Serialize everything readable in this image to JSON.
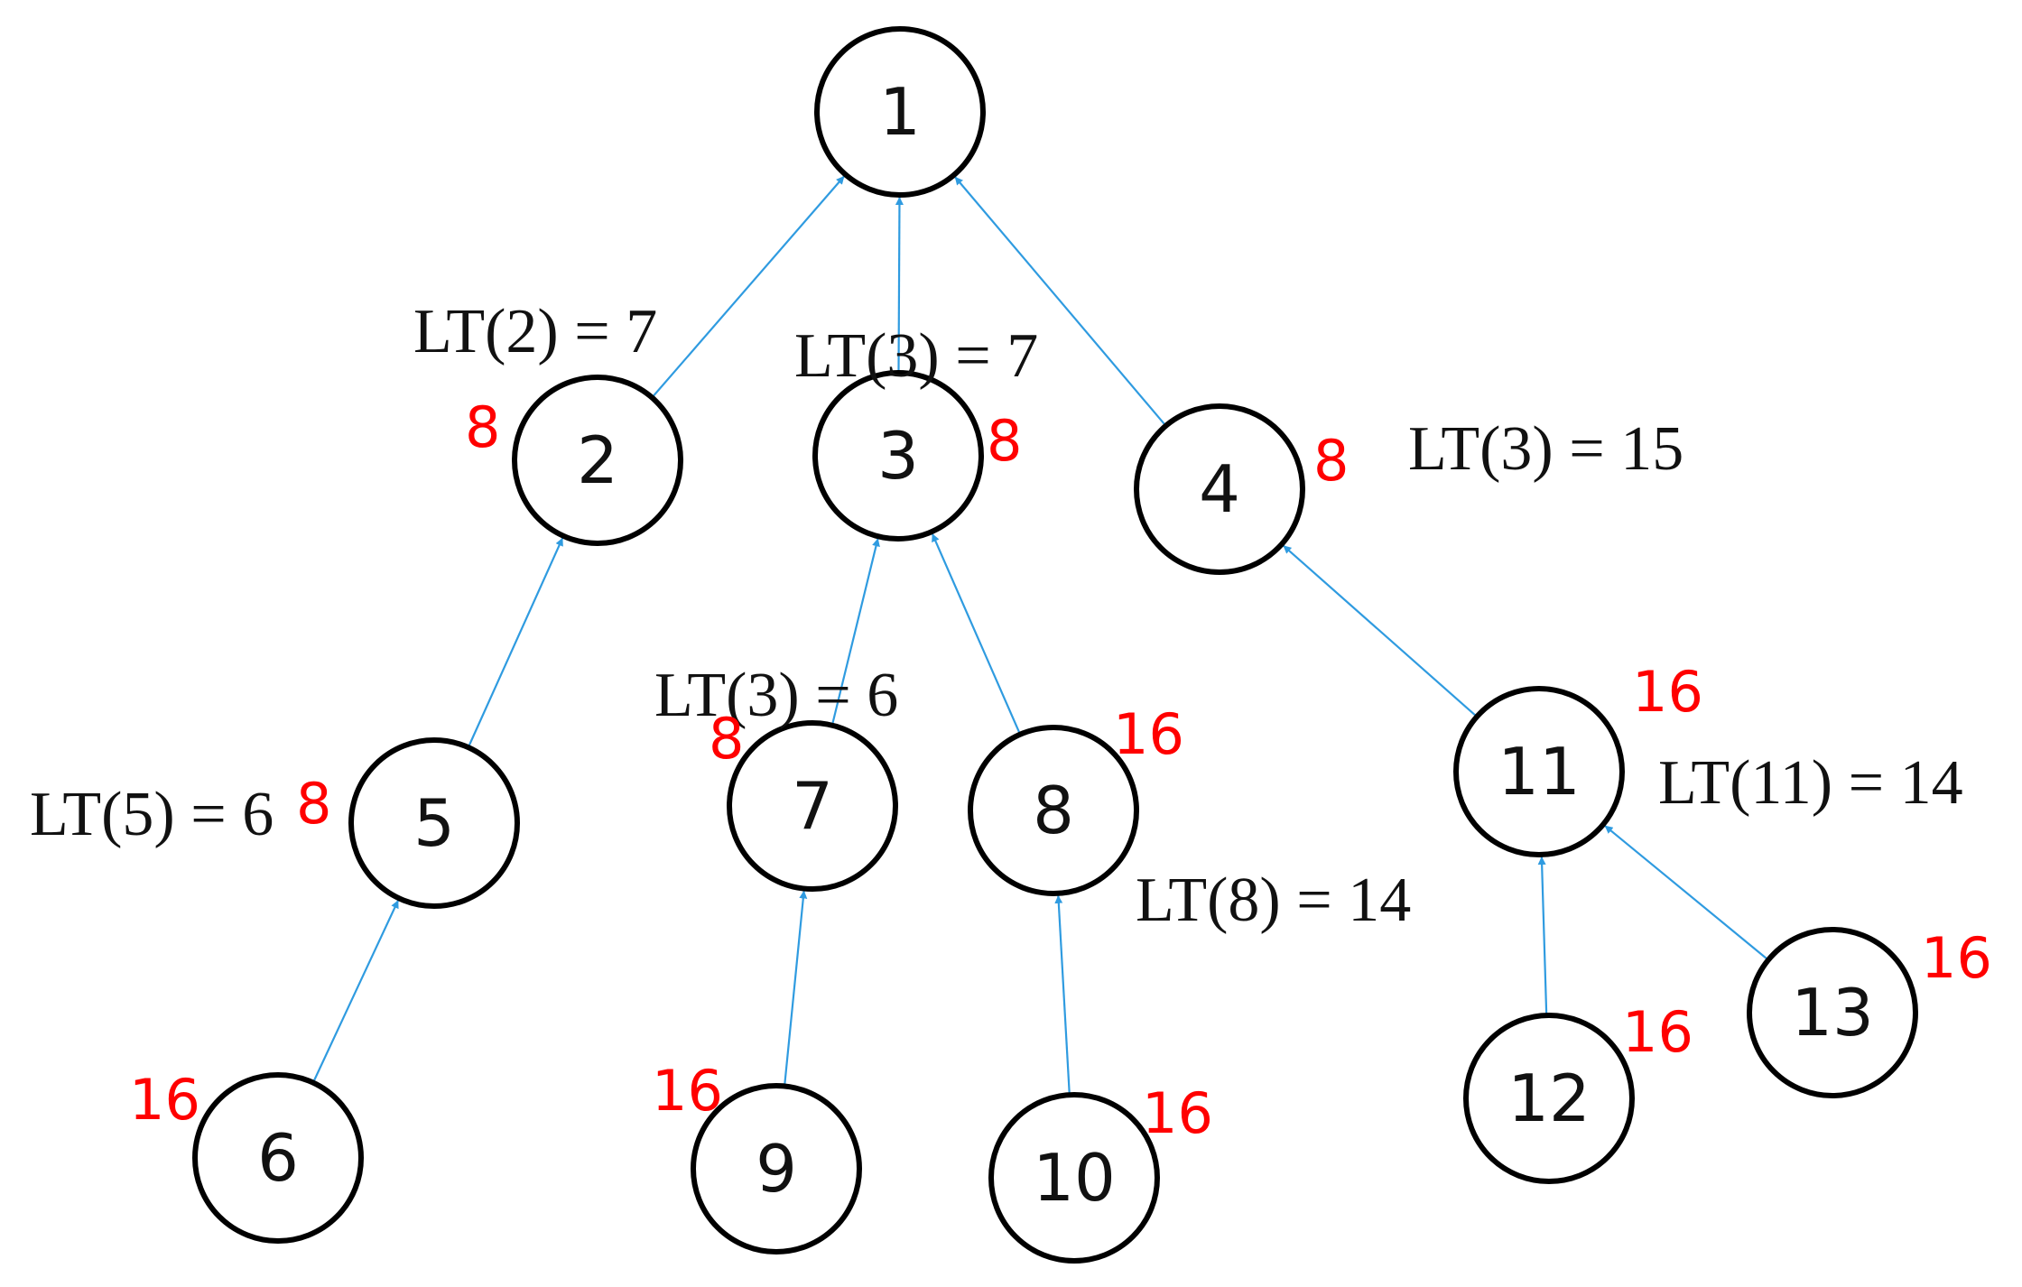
{
  "colors": {
    "edge": "#2f9be0",
    "node_stroke": "#000000",
    "weight_text": "#ff0000",
    "text": "#111111"
  },
  "nodes": [
    {
      "id": "1",
      "label": "1"
    },
    {
      "id": "2",
      "label": "2"
    },
    {
      "id": "3",
      "label": "3"
    },
    {
      "id": "4",
      "label": "4"
    },
    {
      "id": "5",
      "label": "5"
    },
    {
      "id": "6",
      "label": "6"
    },
    {
      "id": "7",
      "label": "7"
    },
    {
      "id": "8",
      "label": "8"
    },
    {
      "id": "9",
      "label": "9"
    },
    {
      "id": "10",
      "label": "10"
    },
    {
      "id": "11",
      "label": "11"
    },
    {
      "id": "12",
      "label": "12"
    },
    {
      "id": "13",
      "label": "13"
    }
  ],
  "edges": [
    {
      "from": "2",
      "to": "1"
    },
    {
      "from": "3",
      "to": "1"
    },
    {
      "from": "4",
      "to": "1"
    },
    {
      "from": "5",
      "to": "2"
    },
    {
      "from": "6",
      "to": "5"
    },
    {
      "from": "7",
      "to": "3"
    },
    {
      "from": "8",
      "to": "3"
    },
    {
      "from": "9",
      "to": "7"
    },
    {
      "from": "10",
      "to": "8"
    },
    {
      "from": "11",
      "to": "4"
    },
    {
      "from": "12",
      "to": "11"
    },
    {
      "from": "13",
      "to": "11"
    }
  ],
  "weights": {
    "n2": "8",
    "n3": "8",
    "n4": "8",
    "n5": "8",
    "n7": "8",
    "n8": "16",
    "n6": "16",
    "n9": "16",
    "n10": "16",
    "n11": "16",
    "n12": "16",
    "n13": "16"
  },
  "lt_labels": {
    "n2": "LT(2) = 7",
    "n3": "LT(3) = 7",
    "n4": "LT(3) = 15",
    "n5": "LT(5) = 6",
    "n7": "LT(3) = 6",
    "n8": "LT(8) = 14",
    "n11": "LT(11) = 14"
  }
}
